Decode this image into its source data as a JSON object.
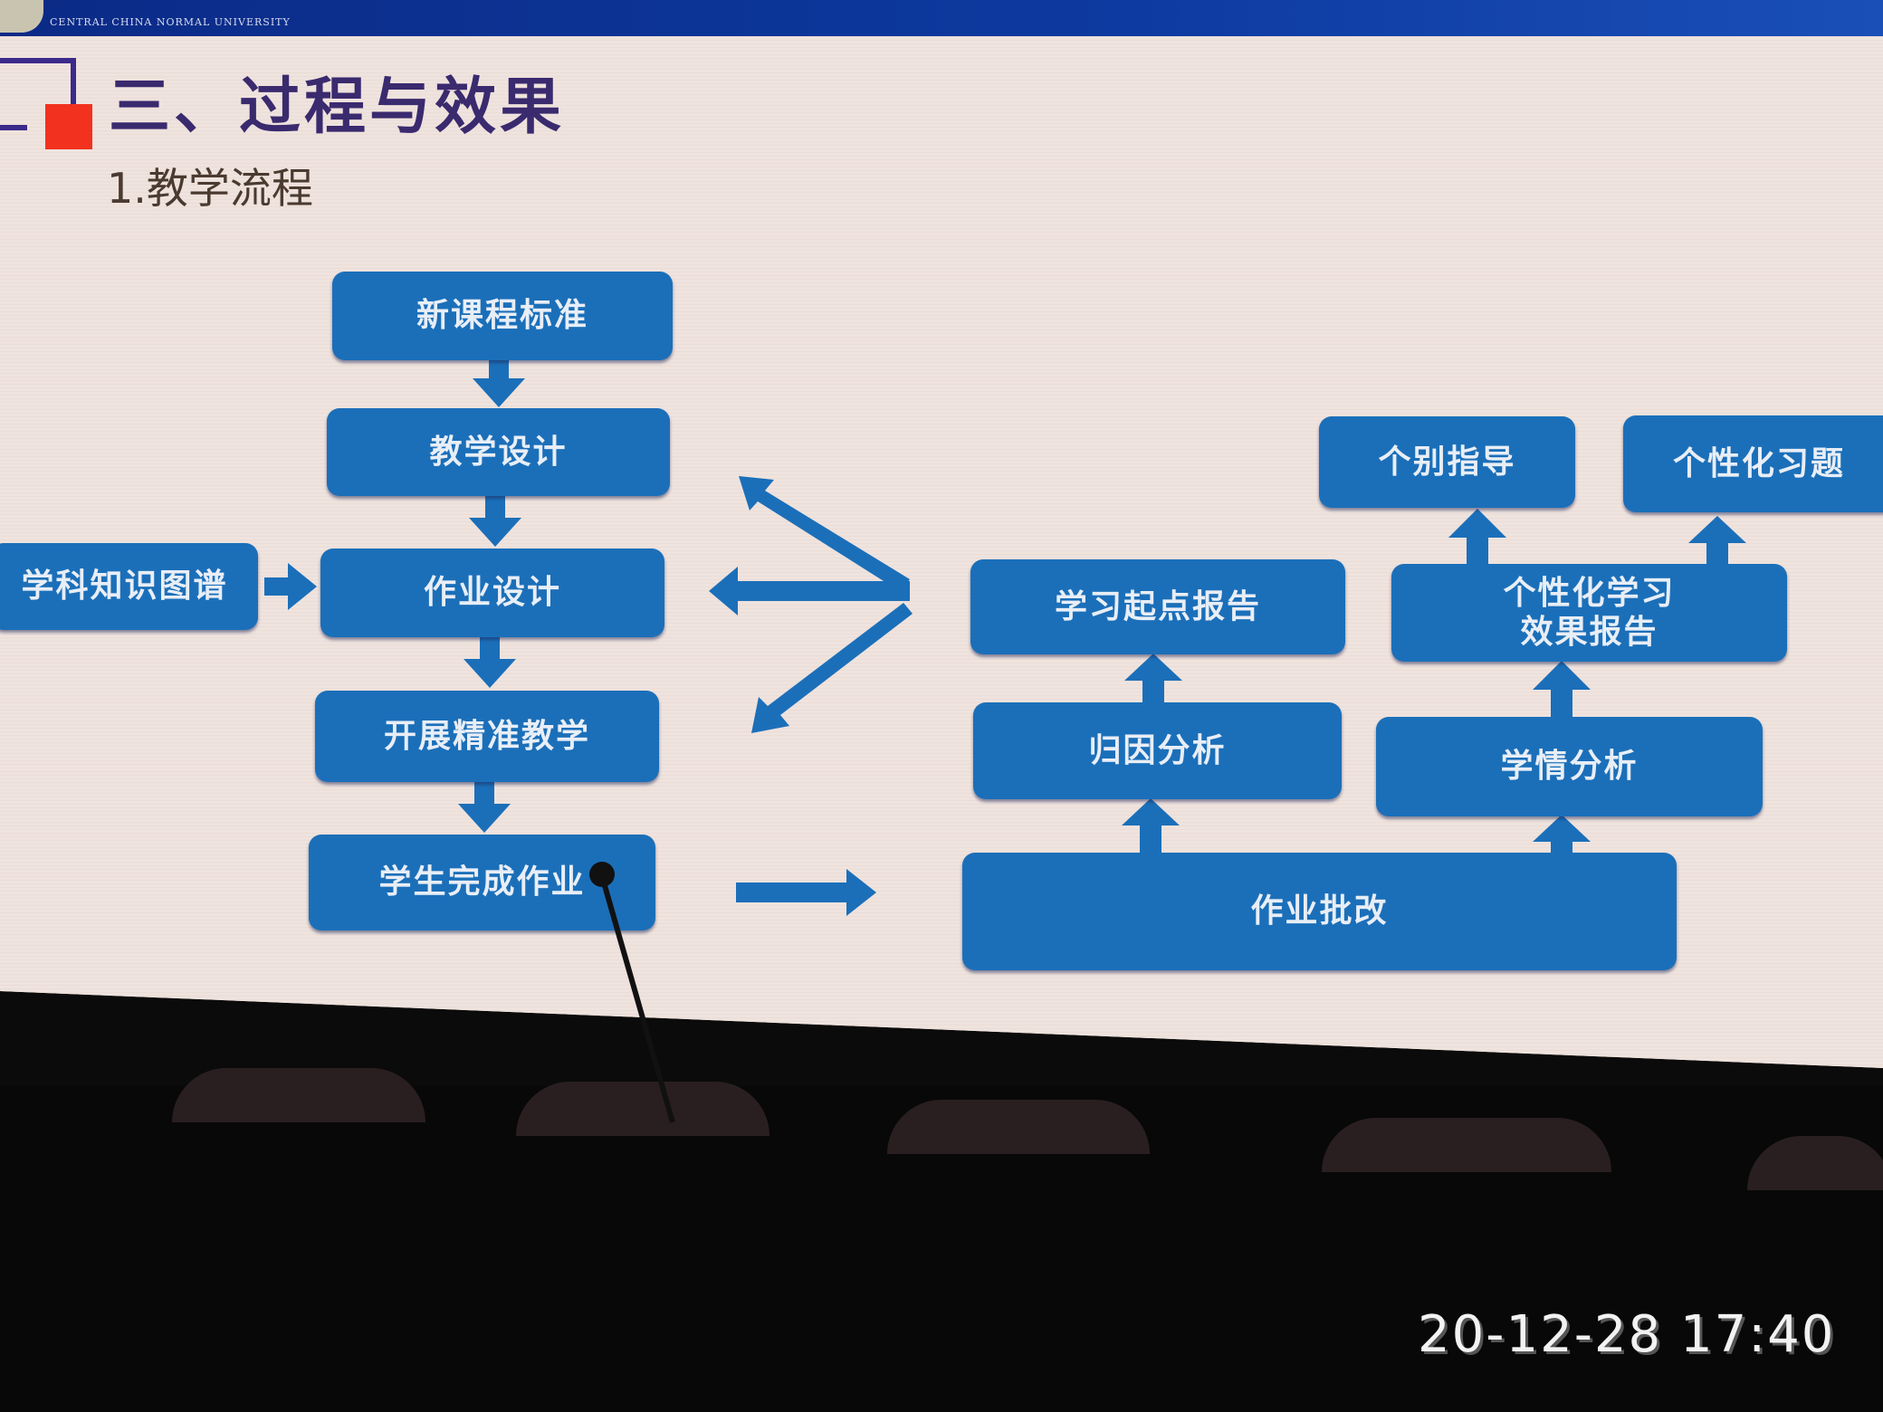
{
  "slide": {
    "logo_text": "CENTRAL CHINA NORMAL UNIVERSITY",
    "title": "三、过程与效果",
    "subtitle": "1.教学流程"
  },
  "flowchart": {
    "left_column": [
      "新课程标准",
      "教学设计",
      "作业设计",
      "开展精准教学",
      "学生完成作业"
    ],
    "side_input": "学科知识图谱",
    "grading": "作业批改",
    "attribution": "归因分析",
    "start_report": "学习起点报告",
    "learning_analysis": "学情分析",
    "personal_report": "个性化学习\n效果报告",
    "individual_guidance": "个别指导",
    "personal_exercises": "个性化习题"
  },
  "photo": {
    "timestamp": "20-12-28 17:40"
  },
  "colors": {
    "box": "#1b6fb9",
    "arrow": "#1b6fb9",
    "title": "#3a2a6e",
    "accent_red": "#f2311f"
  }
}
